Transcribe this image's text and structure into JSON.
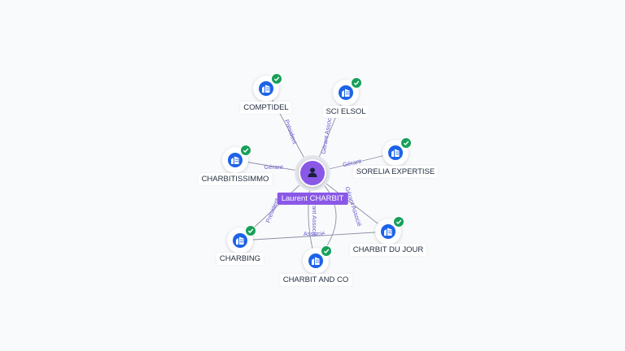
{
  "center": {
    "name": "Laurent CHARBIT",
    "icon": "person-icon",
    "color": "#8a58e6"
  },
  "companies": [
    {
      "id": "comptidel",
      "name": "COMPTIDEL",
      "icon": "building-icon",
      "status": "check-icon"
    },
    {
      "id": "sci-elsol",
      "name": "SCI ELSOL",
      "icon": "building-icon",
      "status": "check-icon"
    },
    {
      "id": "charbitissimmo",
      "name": "CHARBITISSIMMO",
      "icon": "building-icon",
      "status": "check-icon"
    },
    {
      "id": "sorelia-expertise",
      "name": "SORELIA EXPERTISE",
      "icon": "building-icon",
      "status": "check-icon"
    },
    {
      "id": "charbing",
      "name": "CHARBING",
      "icon": "building-icon",
      "status": "check-icon"
    },
    {
      "id": "charbit-du-jour",
      "name": "CHARBIT DU JOUR",
      "icon": "building-icon",
      "status": "check-icon"
    },
    {
      "id": "charbit-and-co",
      "name": "CHARBIT AND CO",
      "icon": "building-icon",
      "status": "check-icon"
    }
  ],
  "edges": [
    {
      "to": "comptidel",
      "role": "Président"
    },
    {
      "to": "sci-elsol",
      "role": "Gérant Associé"
    },
    {
      "to": "charbitissimmo",
      "role": "Gérant"
    },
    {
      "to": "sorelia-expertise",
      "role": "Gérant"
    },
    {
      "to": "charbing",
      "role": "Président"
    },
    {
      "to": "charbit-du-jour",
      "role": "Gérant Associé"
    },
    {
      "to": "charbit-and-co",
      "role": "Gérant Associé"
    },
    {
      "to": "charbit-and-co",
      "role": "Associé"
    }
  ],
  "colors": {
    "node": "#1d63e8",
    "badge": "#16a05a",
    "edge": "#8a8fa3",
    "role_text": "#6a5ccf"
  }
}
